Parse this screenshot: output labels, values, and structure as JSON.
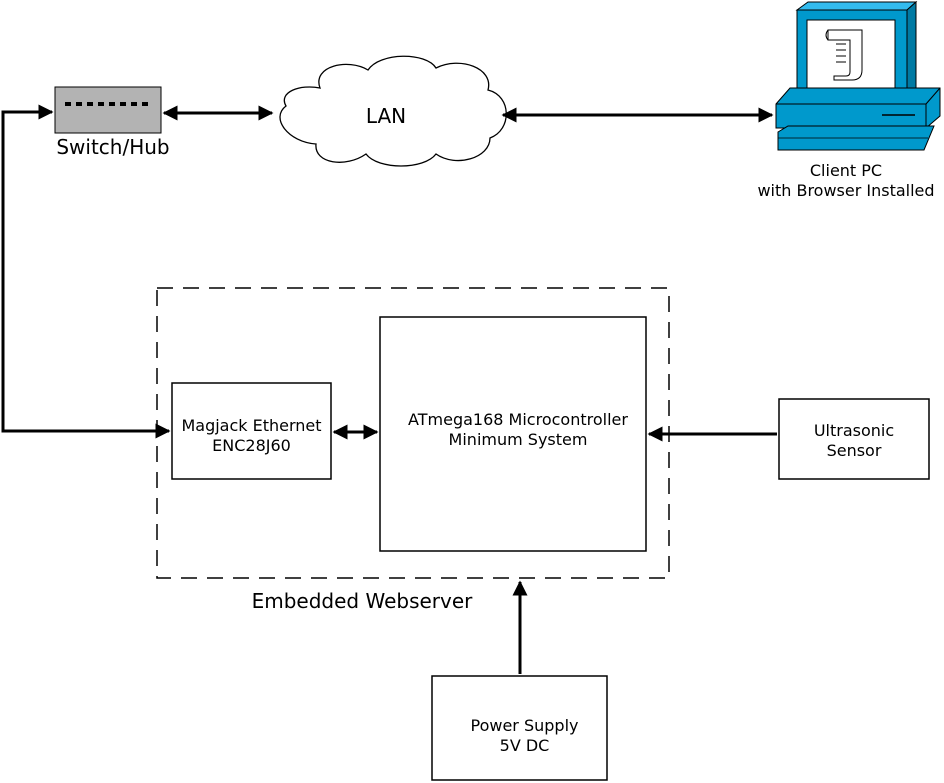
{
  "nodes": {
    "switch_label": "Switch/Hub",
    "lan_label": "LAN",
    "client_pc": {
      "line1": "Client PC",
      "line2": "with Browser Installed"
    },
    "magjack": {
      "line1": "Magjack Ethernet",
      "line2": "ENC28J60"
    },
    "mcu": {
      "line1": "ATmega168 Microcontroller",
      "line2": "Minimum System"
    },
    "sensor": {
      "line1": "Ultrasonic",
      "line2": "Sensor"
    },
    "webserver_label": "Embedded Webserver",
    "power": {
      "line1": "Power Supply",
      "line2": "5V DC"
    }
  },
  "colors": {
    "switch_fill": "#b3b3b3",
    "pc_blue": "#0099cc",
    "line": "#000000",
    "background": "#ffffff"
  }
}
